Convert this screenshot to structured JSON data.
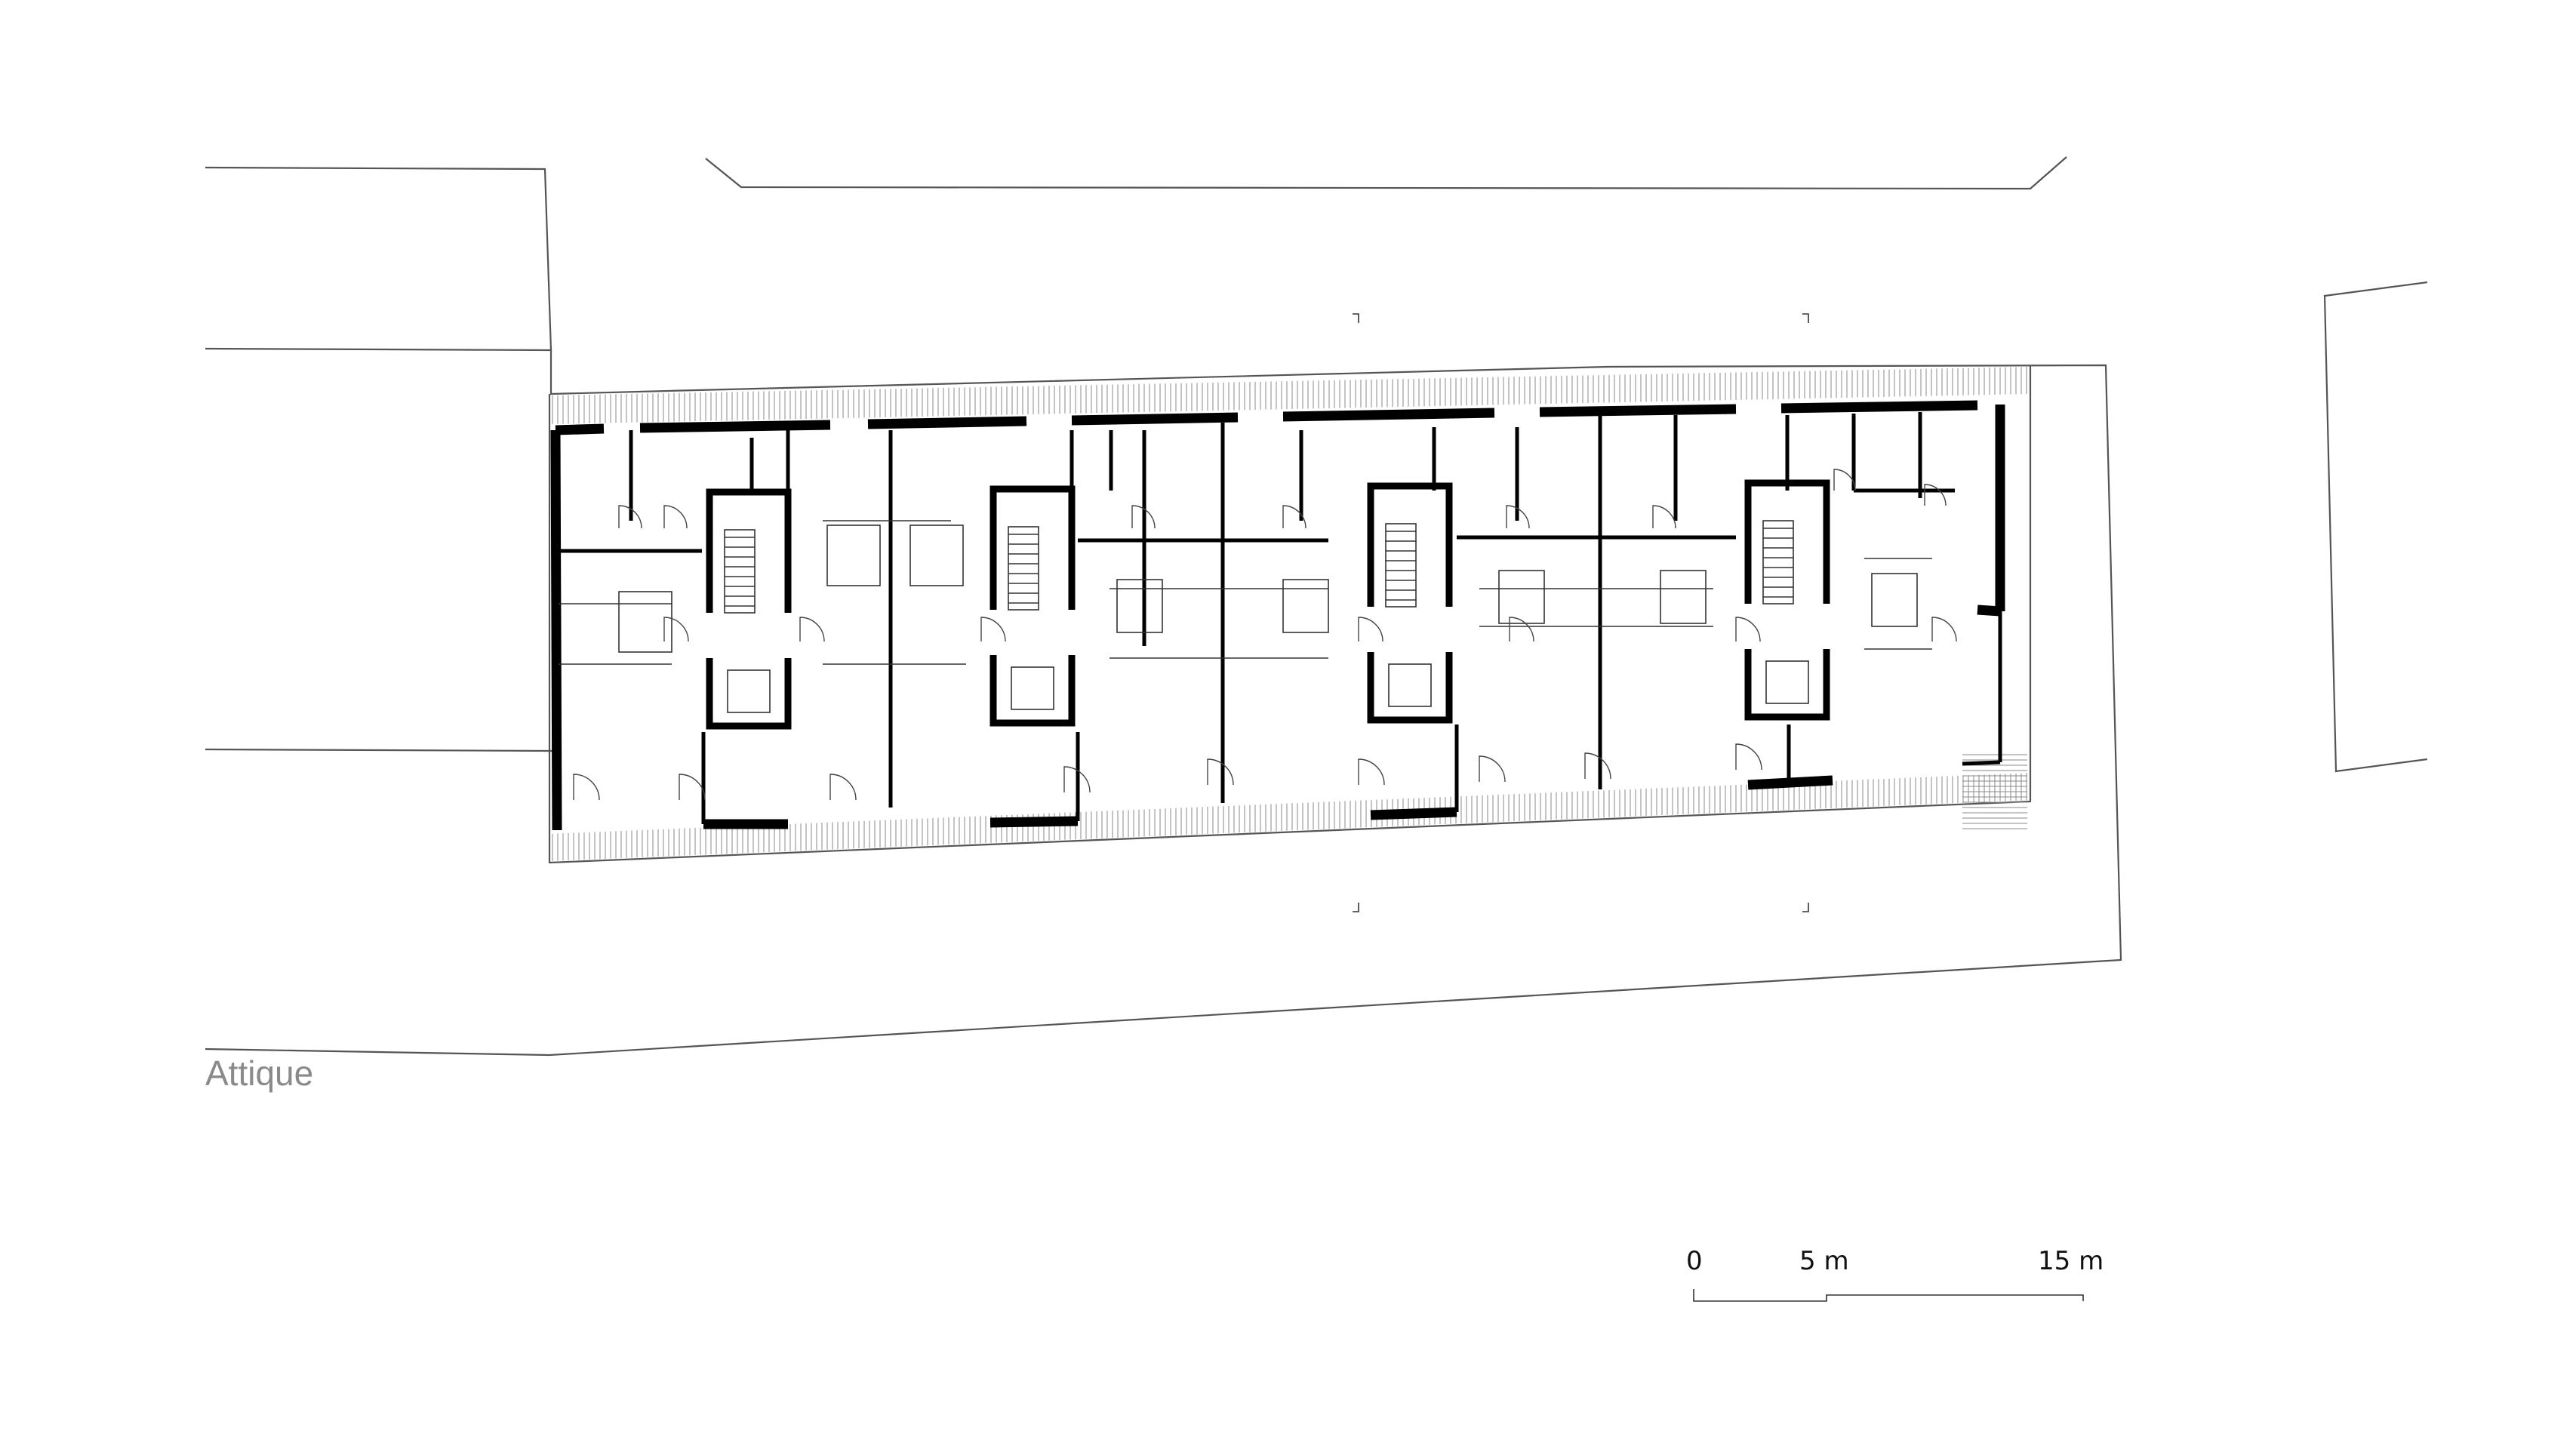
{
  "drawing": {
    "level_label": "Attique"
  },
  "scale_bar": {
    "tick_0": "0",
    "tick_5": "5 m",
    "tick_15": "15 m"
  },
  "colors": {
    "walls": "#000000",
    "context_lines": "#555555",
    "label": "#8a8a8a",
    "background": "#ffffff"
  }
}
